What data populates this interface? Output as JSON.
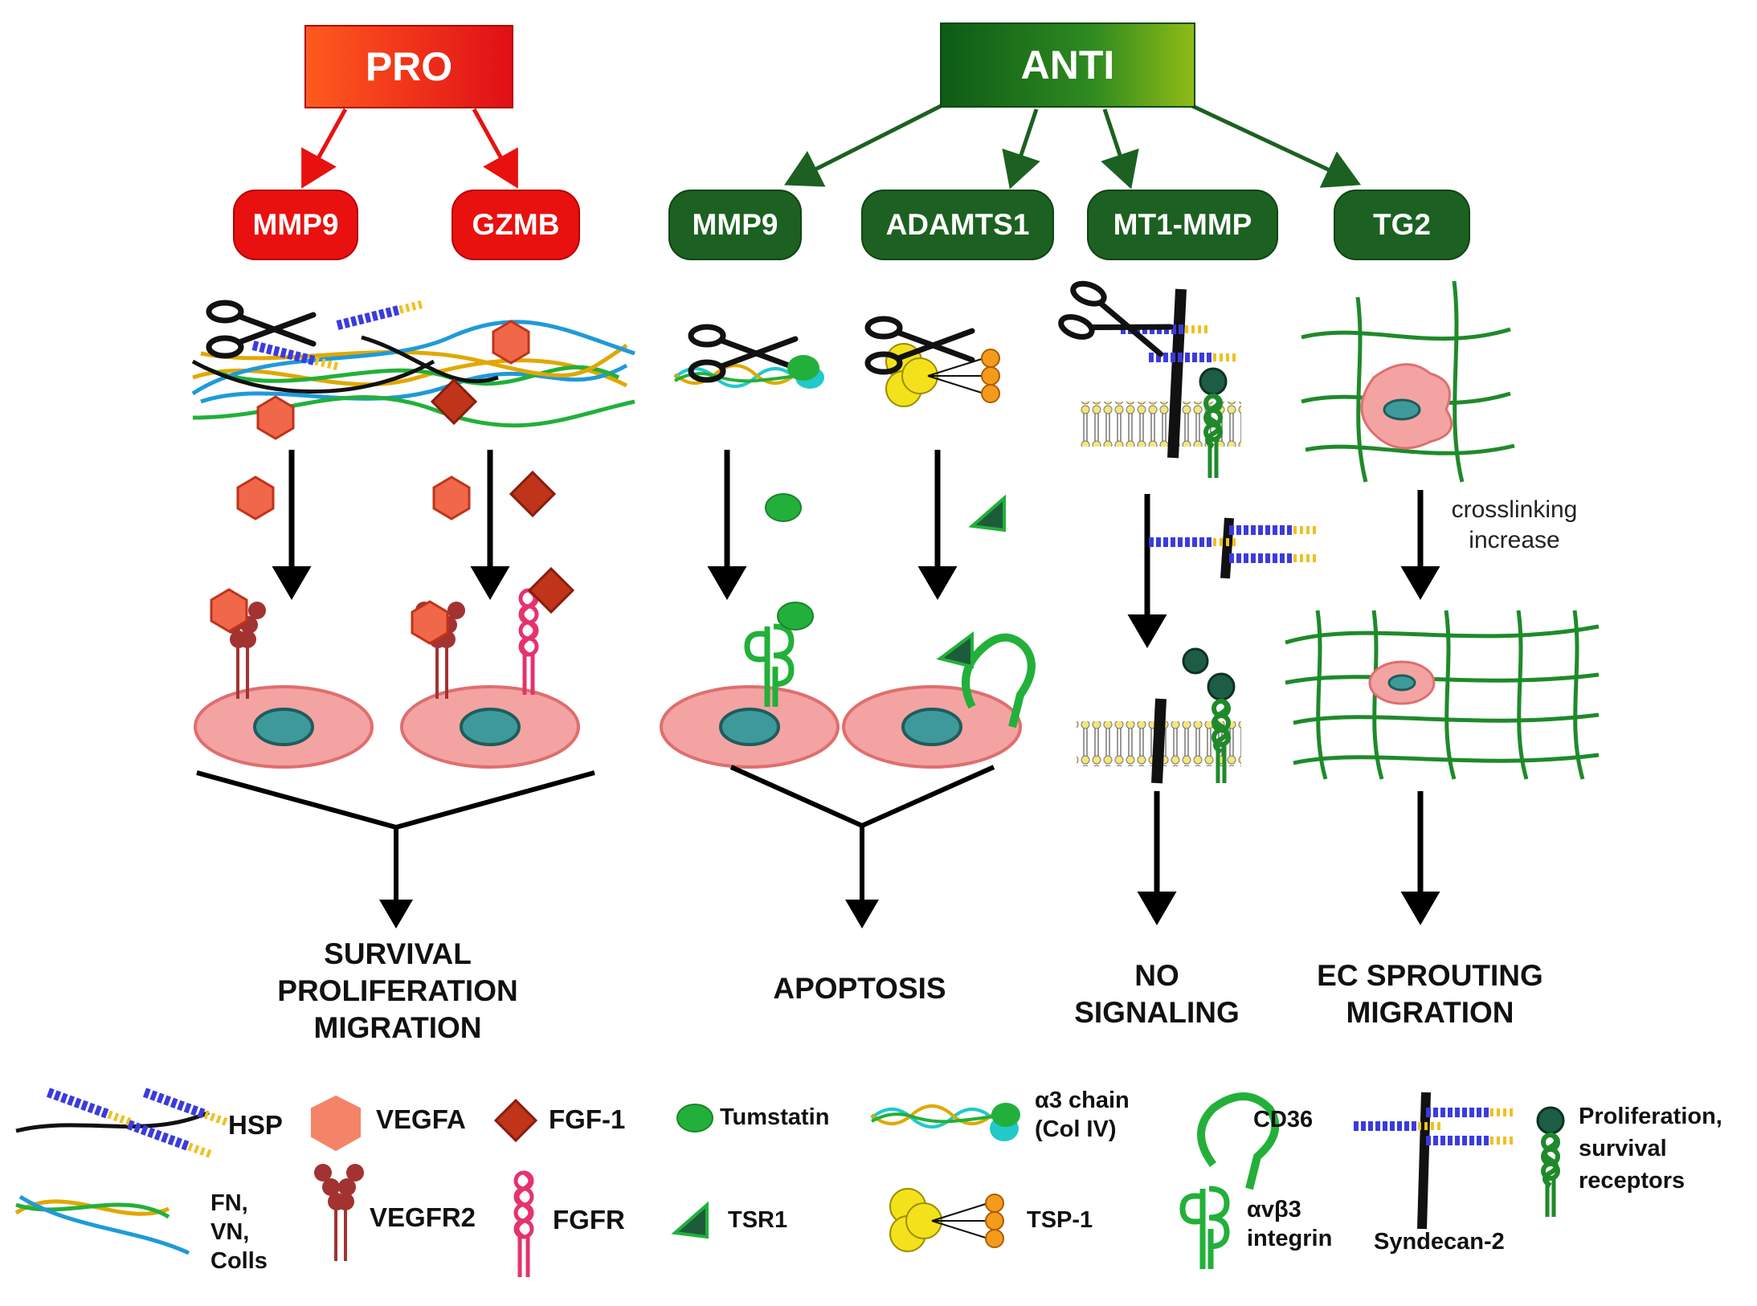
{
  "headers": {
    "pro": "PRO",
    "anti": "ANTI"
  },
  "pro_branches": [
    "MMP9",
    "GZMB"
  ],
  "anti_branches": [
    "MMP9",
    "ADAMTS1",
    "MT1-MMP",
    "TG2"
  ],
  "outcomes": {
    "survival": "SURVIVAL\nPROLIFERATION\nMIGRATION",
    "apoptosis": "APOPTOSIS",
    "no_signaling": "NO\nSIGNALING",
    "sprouting": "EC SPROUTING\nMIGRATION"
  },
  "annotation": "crosslinking\nincrease",
  "legend": {
    "hsp": "HSP",
    "vegfa": "VEGFA",
    "fgf1": "FGF-1",
    "tumstatin": "Tumstatin",
    "a3_chain": "α3 chain\n(Col IV)",
    "cd36": "CD36",
    "syndecan2": "Syndecan-2",
    "receptors": "Proliferation,\nsurvival\nreceptors",
    "fn_vn_colls": "FN,\nVN,\nColls",
    "vegfr2": "VEGFR2",
    "fgfr": "FGFR",
    "tsr1": "TSR1",
    "tsp1": "TSP-1",
    "integrin": "αvβ3\nintegrin"
  },
  "colors": {
    "pro_red": "#e8110f",
    "anti_green": "#1c6121",
    "vegfa": "#f0674a",
    "fgf": "#c0341a",
    "cell": "#f4a3a3",
    "nucleus": "#3e9a9a",
    "collagen_green": "#1f8a2a",
    "hsp_blue": "#3b3bde"
  }
}
